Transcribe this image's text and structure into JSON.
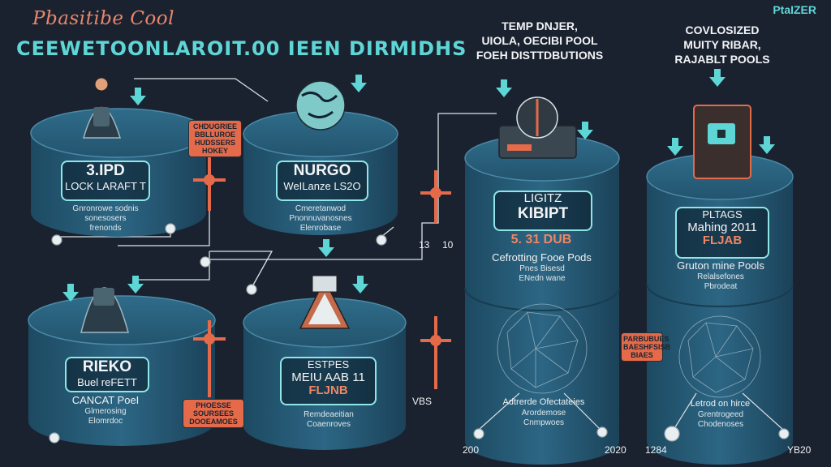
{
  "header": {
    "title_small": "Pbasitibe Cool",
    "title_big": "CEEWETOONLAROIT.00 IEEN DIRMIDHS",
    "brand": "PtaIZER",
    "col3_lines": [
      "TEMP DNJER,",
      "UIOLA, OECIBI POOL",
      "FOEH DISTTDBUTIONS"
    ],
    "col4_lines": [
      "COVLOSIZED",
      "MUITY RIBAR,",
      "RAJABLT POOLS"
    ]
  },
  "pools": {
    "p1": {
      "line1": "3.IPD",
      "line2": "LOCK LARAFT T",
      "caption": [
        "Gnronrowe sodnis",
        "sonesosers",
        "frenonds"
      ]
    },
    "p2": {
      "line1": "NURGO",
      "line2": "WeILanze LS2O",
      "caption": [
        "Cmeretanwod",
        "Pnonnuvanosnes",
        "Elenrobase"
      ]
    },
    "p3": {
      "line1": "RIEKO",
      "line2": "Buel  reFETT",
      "sub": "CANCAT PoeI",
      "caption": [
        "Glmerosing",
        "Elomrdoc"
      ]
    },
    "p4": {
      "line1": "ESTPES",
      "line2": "MEIU AAB 11",
      "orange": "FLJNB",
      "caption": [
        "Remdeaeitian",
        "Coaenroves"
      ]
    },
    "p5": {
      "line1": "LIGITZ",
      "line2": "KIBIPT",
      "orange": "5. 31 DUB",
      "sub": "Cefrotting Fooe Pods",
      "caption": [
        "Pnes Bisesd",
        "ENedn wane"
      ],
      "net_label": "Adtrerde Ofectateies",
      "net_caption": [
        "Arordemose",
        "Cnmpwoes"
      ]
    },
    "p6": {
      "line1": "PLTAGS",
      "line2": "Mahing 2011",
      "orange": "FLJAB",
      "sub": "Gruton mine Pools",
      "caption": [
        "Relalsefones",
        "Pbrodeat"
      ],
      "net_label": "Letrod on hirce",
      "net_caption": [
        "Grentrogeed",
        "Chodenoses"
      ]
    }
  },
  "callouts": {
    "c1": [
      "CHDUGRIEE",
      "BBLLUROE",
      "HUDSSERS",
      "HOKEY"
    ],
    "c2": [
      "PHOESSE",
      "SOURSEES",
      "DOOEAMOES"
    ],
    "c3": [
      "PARBUBUES",
      "BAESHFSISB",
      "BIAES"
    ]
  },
  "numbers": {
    "n1": "13",
    "n2": "10",
    "n3": "VBS",
    "bottom_left": "200",
    "bottom_mid": "2020",
    "bottom_right_a": "1284",
    "bottom_right_b": "YB20"
  },
  "colors": {
    "background": "#1a2230",
    "accent_teal": "#5fd6d6",
    "accent_orange": "#e56a4a",
    "cylinder": "#27566f"
  }
}
